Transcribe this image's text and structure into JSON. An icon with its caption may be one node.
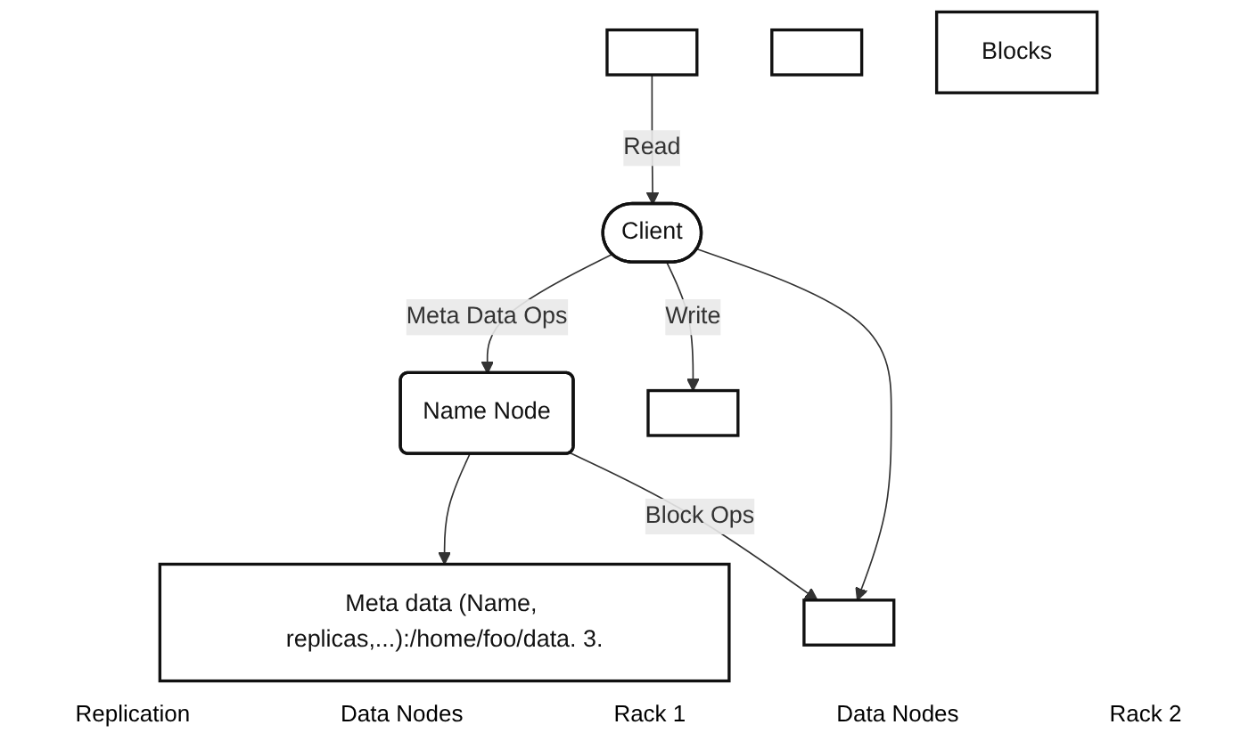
{
  "diagram": {
    "nodes": [
      {
        "text": [
          "Name Node"
        ]
      },
      {
        "text": [
          "Meta data (Name, replicas,...):/home/foo/data. 3."
        ]
      },
      {
        "text": [
          "Client"
        ]
      },
      {
        "text": [],
        "shape": "box"
      },
      {
        "text": [],
        "shape": "box"
      },
      {
        "text": [],
        "shape": "box"
      },
      {
        "text": [],
        "shape": "box"
      },
      {
        "text": [
          "Blocks"
        ]
      }
    ],
    "edges": [
      {
        "from": 2,
        "to": 0,
        "arrow": "to",
        "label": "Meta Data Ops"
      },
      {
        "from": 0,
        "to": 1,
        "arrow": "to"
      },
      {
        "from": 0,
        "to": 6,
        "arrow": "to",
        "label": "Block Ops"
      },
      {
        "from": 2,
        "to": 5,
        "arrow": "to",
        "label": "Write"
      },
      {
        "from": 2,
        "to": 6,
        "arrow": "to"
      },
      {
        "from": 3,
        "to": 2,
        "arrow": "to",
        "label": "Read"
      }
    ],
    "labels": [
      "Replication",
      "Data Nodes",
      "Rack 1",
      "Data Nodes",
      "Rack 2"
    ]
  }
}
